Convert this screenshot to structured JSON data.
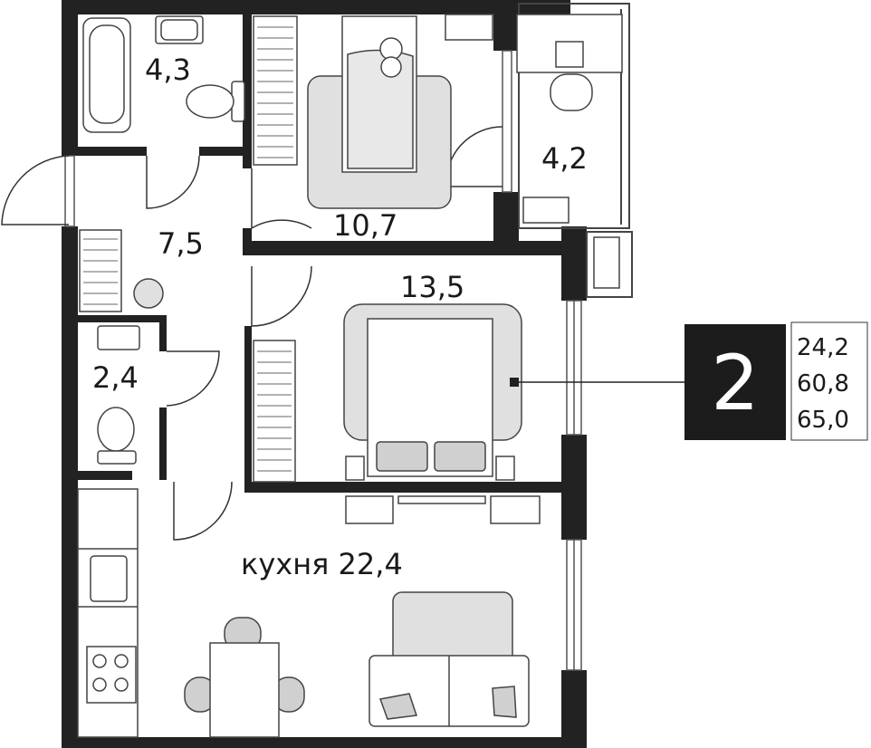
{
  "rooms": [
    {
      "key": "bathroom",
      "label": "4,3"
    },
    {
      "key": "bedroom_small",
      "label": "10,7"
    },
    {
      "key": "balcony",
      "label": "4,2"
    },
    {
      "key": "hall",
      "label": "7,5"
    },
    {
      "key": "bedroom_main",
      "label": "13,5"
    },
    {
      "key": "wc",
      "label": "2,4"
    },
    {
      "key": "kitchen",
      "label": "кухня 22,4"
    }
  ],
  "summary": {
    "rooms_count": "2",
    "living_area": "24,2",
    "total_area": "60,8",
    "area_with_balcony": "65,0"
  },
  "colors": {
    "wall": "#222222",
    "furniture_fill": "#e0e0e0",
    "furniture_stroke": "#444444",
    "badge_bg": "#1c1c1c",
    "badge_text": "#ffffff"
  }
}
